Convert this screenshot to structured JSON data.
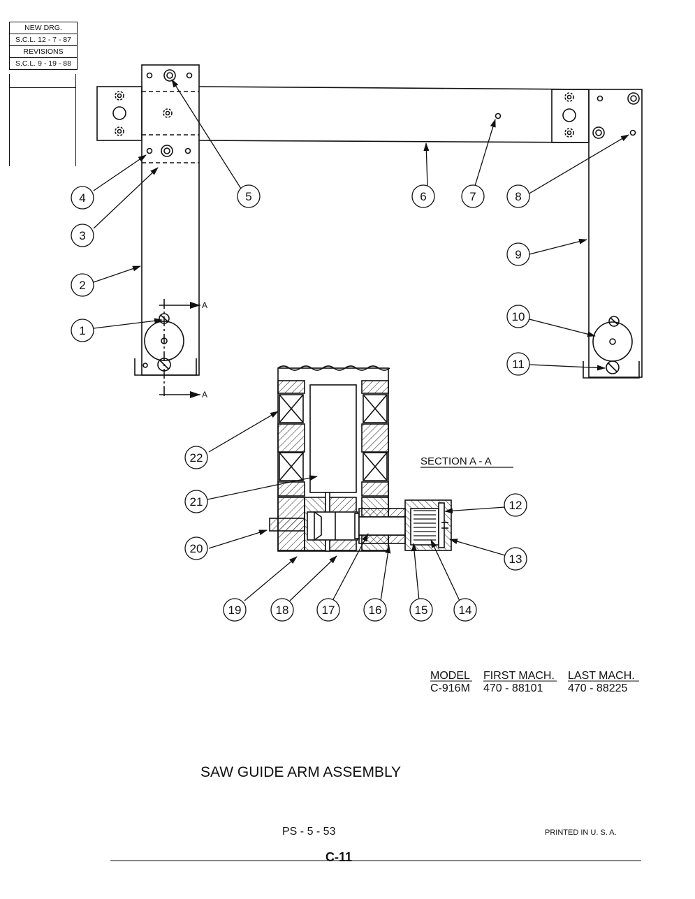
{
  "revision_block": {
    "new_drg_label": "NEW  DRG.",
    "new_drg_date": "S.C.L. 12 - 7 - 87",
    "revisions_label": "REVISIONS",
    "revision_date": "S.C.L.  9 - 19 - 88"
  },
  "callouts": [
    "1",
    "2",
    "3",
    "4",
    "5",
    "6",
    "7",
    "8",
    "9",
    "10",
    "11",
    "12",
    "13",
    "14",
    "15",
    "16",
    "17",
    "18",
    "19",
    "20",
    "21",
    "22"
  ],
  "section_marker": "A",
  "section_title": "SECTION  A - A",
  "model_table": {
    "headers": [
      "MODEL",
      "FIRST MACH.",
      "LAST MACH."
    ],
    "row": [
      "C-916M",
      "470 - 88101",
      "470 - 88225"
    ]
  },
  "title": "SAW  GUIDE  ARM  ASSEMBLY",
  "page_code": "PS - 5 - 53",
  "printed": "PRINTED   IN   U. S. A.",
  "sheet": "C-11"
}
